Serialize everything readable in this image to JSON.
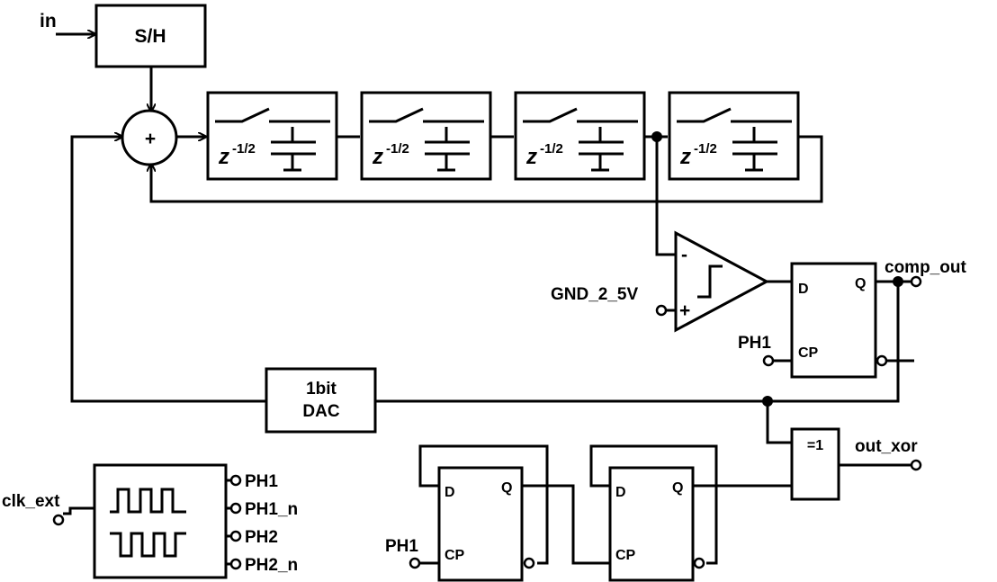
{
  "inputs": {
    "in": "in",
    "clk_ext": "clk_ext",
    "gnd": "GND_2_5V",
    "ph1_ff_top": "PH1",
    "ph1_ff_bottom": "PH1"
  },
  "outputs": {
    "comp_out": "comp_out",
    "out_xor": "out_xor",
    "ph1": "PH1",
    "ph1_n": "PH1_n",
    "ph2": "PH2",
    "ph2_n": "PH2_n"
  },
  "blocks": {
    "sample_hold": "S/H",
    "summer": "+",
    "delay_base": "z",
    "delay_exp": "-1/2",
    "dac_line1": "1bit",
    "dac_line2": "DAC",
    "xor": "=1"
  },
  "comparator": {
    "minus": "-",
    "plus": "+"
  },
  "flipflop": {
    "d": "D",
    "q": "Q",
    "cp": "CP"
  }
}
